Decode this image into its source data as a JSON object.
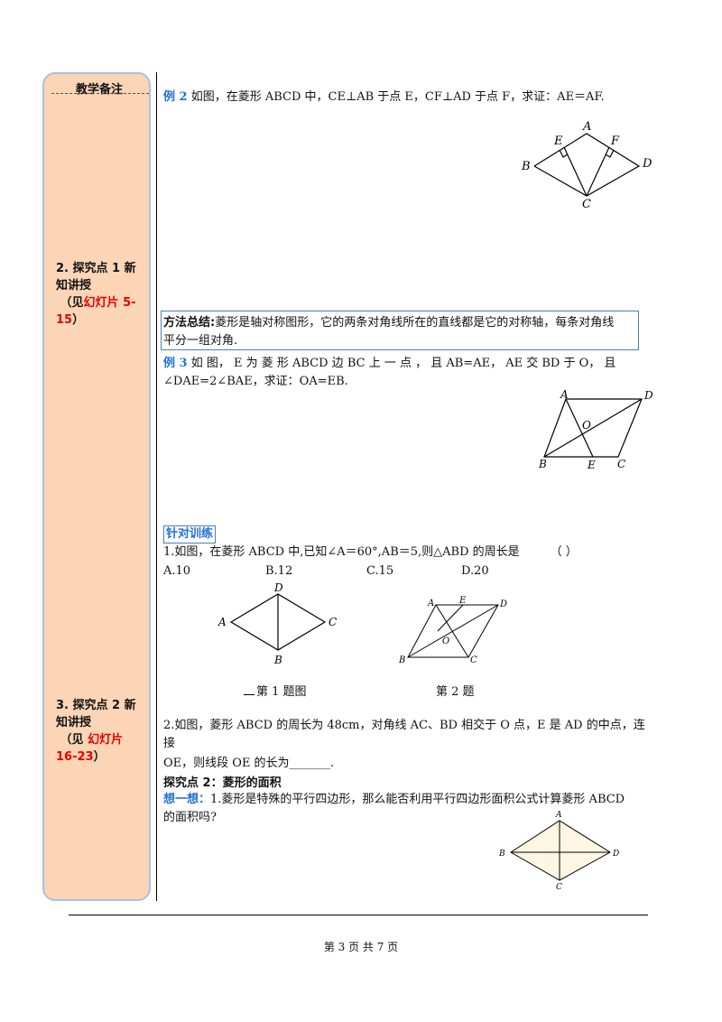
{
  "sidebar": {
    "title": "教学备注",
    "section1": {
      "line1": "2. 探究点 1 新",
      "line2": "知讲授",
      "line3_prefix": "（见",
      "line3_red": "幻灯片 5-",
      "line4_red": "15",
      "line4_suffix": "）"
    },
    "section2": {
      "line1": "3. 探究点 2 新",
      "line2": "知讲授",
      "line3_prefix": "（见",
      "line3_red": "幻灯片",
      "line4_red": "16-23",
      "line4_suffix": "）"
    }
  },
  "example2": {
    "label": "例 2",
    "text": "如图，在菱形 ABCD 中，CE⊥AB 于点 E，CF⊥AD 于点 F，求证：AE＝AF.",
    "figure_labels": {
      "A": "A",
      "B": "B",
      "C": "C",
      "D": "D",
      "E": "E",
      "F": "F"
    }
  },
  "method_summary": {
    "label": "方法总结:",
    "line1": "菱形是轴对称图形，它的两条对角线所在的直线都是它的对称轴，每条对角线",
    "line2": "平分一组对角."
  },
  "example3": {
    "label": "例 3",
    "line1": "如 图， E 为 菱 形 ABCD 边 BC 上 一 点 ， 且 AB=AE， AE 交 BD 于 O， 且",
    "line2": "∠DAE=2∠BAE，求证：OA=EB.",
    "figure_labels": {
      "A": "A",
      "B": "B",
      "C": "C",
      "D": "D",
      "E": "E",
      "O": "O"
    }
  },
  "practice": {
    "heading": "针对训练",
    "q1": {
      "text": "1.如图，在菱形 ABCD 中,已知∠A＝60°,AB＝5,则△ABD 的周长是",
      "paren": "（        ）",
      "options": [
        "A.10",
        "B.12",
        "C.15",
        "D.20"
      ]
    },
    "fig1_caption": "第 1 题图",
    "fig2_caption": "第 2 题",
    "fig1_labels": {
      "A": "A",
      "B": "B",
      "C": "C",
      "D": "D"
    },
    "fig2_labels": {
      "A": "A",
      "B": "B",
      "C": "C",
      "D": "D",
      "E": "E",
      "O": "O"
    },
    "q2_line1": "2.如图，菱形 ABCD 的周长为 48cm，对角线 AC、BD 相交于 O 点，E 是 AD 的中点，连接",
    "q2_line2": "OE，则线段 OE 的长为_______."
  },
  "point2": {
    "heading": "探究点 2：菱形的面积",
    "think_label": "想一想：",
    "line1": "1.菱形是特殊的平行四边形，那么能否利用平行四边形面积公式计算菱形 ABCD",
    "line2": "的面积吗?",
    "figure_labels": {
      "A": "A",
      "B": "B",
      "C": "C",
      "D": "D"
    }
  },
  "footer": {
    "page": "第 3 页 共 7 页"
  },
  "colors": {
    "sidebar_bg": "#fbd5b5",
    "sidebar_border": "#aac1dc",
    "accent_blue": "#1f6fd6",
    "accent_red": "#e60000",
    "fig_fill": "#fdf6e3"
  }
}
